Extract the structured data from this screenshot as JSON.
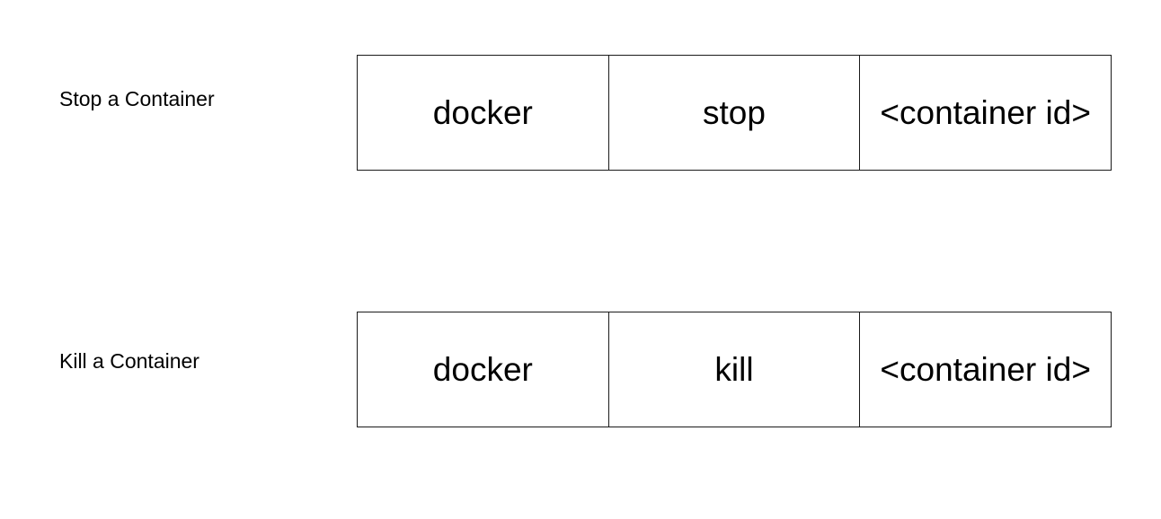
{
  "diagram": {
    "background_color": "#ffffff",
    "border_color": "#1a1a1a",
    "text_color": "#000000",
    "rows": [
      {
        "label": "Stop a Container",
        "cells": [
          "docker",
          "stop",
          "<container id>"
        ]
      },
      {
        "label": "Kill a Container",
        "cells": [
          "docker",
          "kill",
          "<container id>"
        ]
      }
    ]
  }
}
